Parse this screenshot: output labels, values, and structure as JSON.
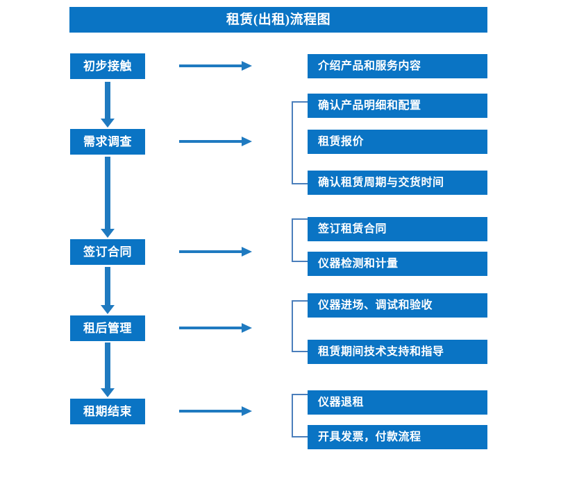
{
  "chart_data": {
    "type": "diagram",
    "title": "租赁(出租)流程图",
    "orientation": "vertical-left-stages-with-right-details"
  },
  "title": {
    "text": "租赁(出租)流程图"
  },
  "colors": {
    "box_blue": "#0a74c4",
    "arrow_blue": "#1f7ac0",
    "bracket_blue": "#4a7ebb",
    "text_white": "#ffffff",
    "background": "#ffffff"
  },
  "stages": [
    {
      "id": "initial-contact",
      "label": "初步接触"
    },
    {
      "id": "needs-survey",
      "label": "需求调查"
    },
    {
      "id": "sign-contract",
      "label": "签订合同"
    },
    {
      "id": "post-rental-mgmt",
      "label": "租后管理"
    },
    {
      "id": "rental-period-end",
      "label": "租期结束"
    }
  ],
  "details": [
    {
      "id": "introduce-products",
      "label": "介绍产品和服务内容"
    },
    {
      "id": "confirm-product-specs",
      "label": "确认产品明细和配置"
    },
    {
      "id": "rental-quotation",
      "label": "租赁报价"
    },
    {
      "id": "confirm-period-delivery",
      "label": "确认租赁周期与交货时间"
    },
    {
      "id": "sign-rental-contract",
      "label": "签订租赁合同"
    },
    {
      "id": "instrument-test-metering",
      "label": "仪器检测和计量"
    },
    {
      "id": "instrument-install-accept",
      "label": "仪器进场、调试和验收"
    },
    {
      "id": "tech-support-guidance",
      "label": "租赁期间技术支持和指导"
    },
    {
      "id": "instrument-return",
      "label": "仪器退租"
    },
    {
      "id": "invoice-payment-process",
      "label": "开具发票，付款流程"
    }
  ]
}
